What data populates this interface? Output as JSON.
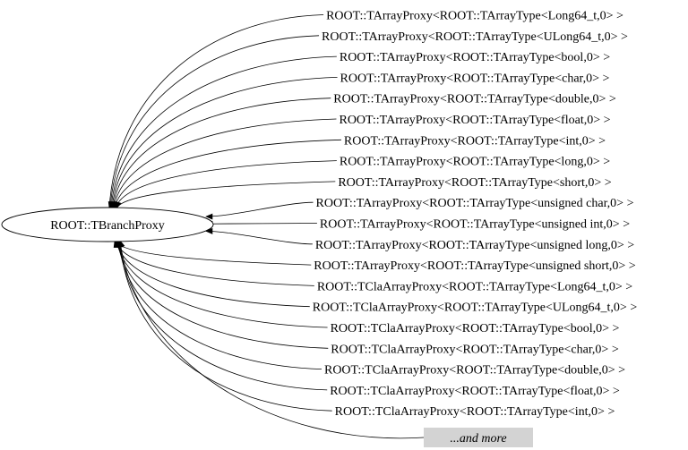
{
  "root_node": {
    "label": "ROOT::TBranchProxy"
  },
  "derived_nodes": [
    {
      "label": "ROOT::TArrayProxy<ROOT::TArrayType<Long64_t,0> >"
    },
    {
      "label": "ROOT::TArrayProxy<ROOT::TArrayType<ULong64_t,0> >"
    },
    {
      "label": "ROOT::TArrayProxy<ROOT::TArrayType<bool,0> >"
    },
    {
      "label": "ROOT::TArrayProxy<ROOT::TArrayType<char,0> >"
    },
    {
      "label": "ROOT::TArrayProxy<ROOT::TArrayType<double,0> >"
    },
    {
      "label": "ROOT::TArrayProxy<ROOT::TArrayType<float,0> >"
    },
    {
      "label": "ROOT::TArrayProxy<ROOT::TArrayType<int,0> >"
    },
    {
      "label": "ROOT::TArrayProxy<ROOT::TArrayType<long,0> >"
    },
    {
      "label": "ROOT::TArrayProxy<ROOT::TArrayType<short,0> >"
    },
    {
      "label": "ROOT::TArrayProxy<ROOT::TArrayType<unsigned char,0> >"
    },
    {
      "label": "ROOT::TArrayProxy<ROOT::TArrayType<unsigned int,0> >"
    },
    {
      "label": "ROOT::TArrayProxy<ROOT::TArrayType<unsigned long,0> >"
    },
    {
      "label": "ROOT::TArrayProxy<ROOT::TArrayType<unsigned short,0> >"
    },
    {
      "label": "ROOT::TClaArrayProxy<ROOT::TArrayType<Long64_t,0> >"
    },
    {
      "label": "ROOT::TClaArrayProxy<ROOT::TArrayType<ULong64_t,0> >"
    },
    {
      "label": "ROOT::TClaArrayProxy<ROOT::TArrayType<bool,0> >"
    },
    {
      "label": "ROOT::TClaArrayProxy<ROOT::TArrayType<char,0> >"
    },
    {
      "label": "ROOT::TClaArrayProxy<ROOT::TArrayType<double,0> >"
    },
    {
      "label": "ROOT::TClaArrayProxy<ROOT::TArrayType<float,0> >"
    },
    {
      "label": "ROOT::TClaArrayProxy<ROOT::TArrayType<int,0> >"
    }
  ],
  "more_node": {
    "label": "...and more"
  },
  "colors": {
    "background": "#ffffff",
    "edge": "#000000",
    "text": "#000000",
    "ellipse_stroke": "#000000",
    "more_fill": "#d3d3d3"
  }
}
